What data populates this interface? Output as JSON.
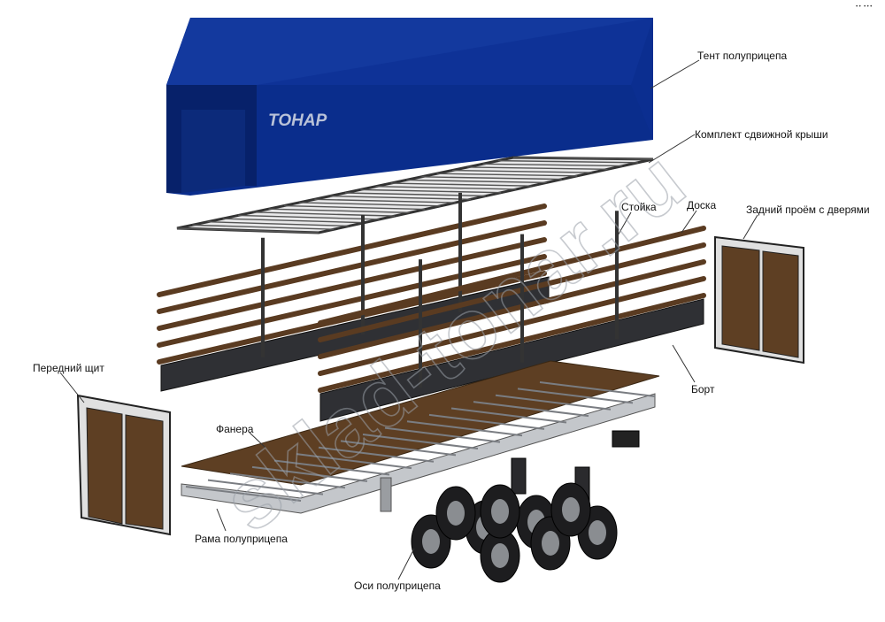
{
  "diagram": {
    "labels": {
      "tent": "Тент полуприцепа",
      "roof": "Комплект сдвижной крыши",
      "post": "Стойка",
      "board": "Доска",
      "rear_doors": "Задний проём с дверями",
      "side": "Борт",
      "front_wall": "Передний щит",
      "plywood": "Фанера",
      "frame": "Рама полуприцепа",
      "axles": "Оси полуприцепа"
    },
    "tent_brand": "ТОНАР",
    "watermark": "sklad-tonar.ru",
    "corner_mark": "•• •••",
    "colors": {
      "tent_blue": "#0a2d8c",
      "tent_dark": "#07216a",
      "wood": "#6b4a2e",
      "plywood": "#5e3f23",
      "steel": "#b9bcc0",
      "dark_metal": "#3a3a3e",
      "tire": "#1d1d1f"
    }
  }
}
